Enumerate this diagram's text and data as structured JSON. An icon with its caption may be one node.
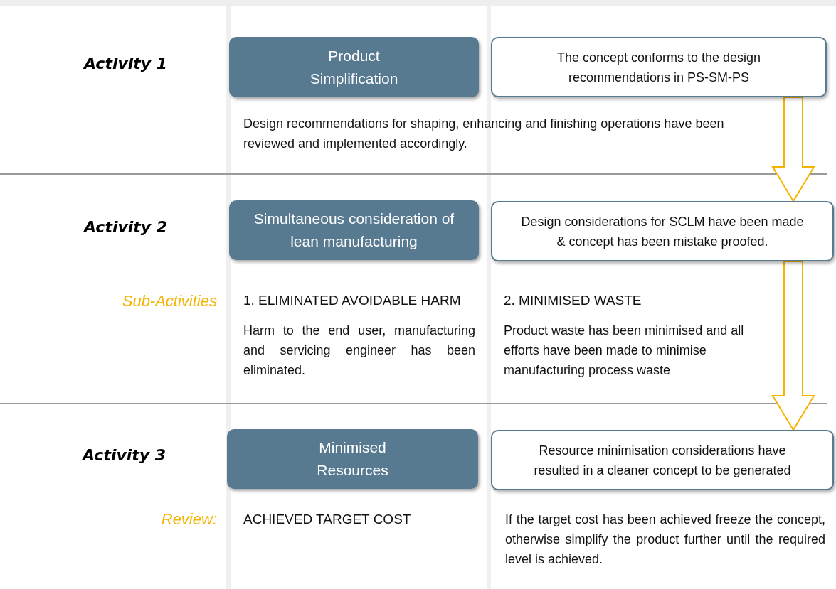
{
  "diagram": {
    "nodes": [
      {
        "text": [
          "Product Simplification"
        ]
      },
      {
        "text": [
          "The concept conforms to the design recommendations in PS-SM-PS"
        ]
      },
      {
        "text": [
          "Simultaneous consideration of lean manufacturing"
        ]
      },
      {
        "text": [
          "Design considerations for SCLM have been made & concept has been mistake proofed."
        ]
      },
      {
        "text": [
          "Minimised Resources"
        ]
      },
      {
        "text": [
          "Resource minimisation considerations have resulted in a cleaner concept to be generated"
        ]
      }
    ],
    "edges": [
      {
        "from": 1,
        "to": 3,
        "arrow": "to"
      },
      {
        "from": 3,
        "to": 5,
        "arrow": "to"
      }
    ],
    "labels": [
      "Activity 1",
      "Design recommendations for shaping, enhancing and finishing operations have been reviewed and implemented accordingly.",
      "Activity 2",
      "Sub-Activities",
      "1. ELIMINATED AVOIDABLE HARM",
      "2. MINIMISED WASTE",
      "Harm to the end user, manufacturing and servicing engineer has been eliminated.",
      "Product waste has been minimised and all efforts have been made to minimise manufacturing process waste",
      "Activity 3",
      "Review:",
      "ACHIEVED TARGET COST",
      "If the target cost has been achieved freeze the concept, otherwise simplify the product further until the required level is achieved."
    ]
  }
}
